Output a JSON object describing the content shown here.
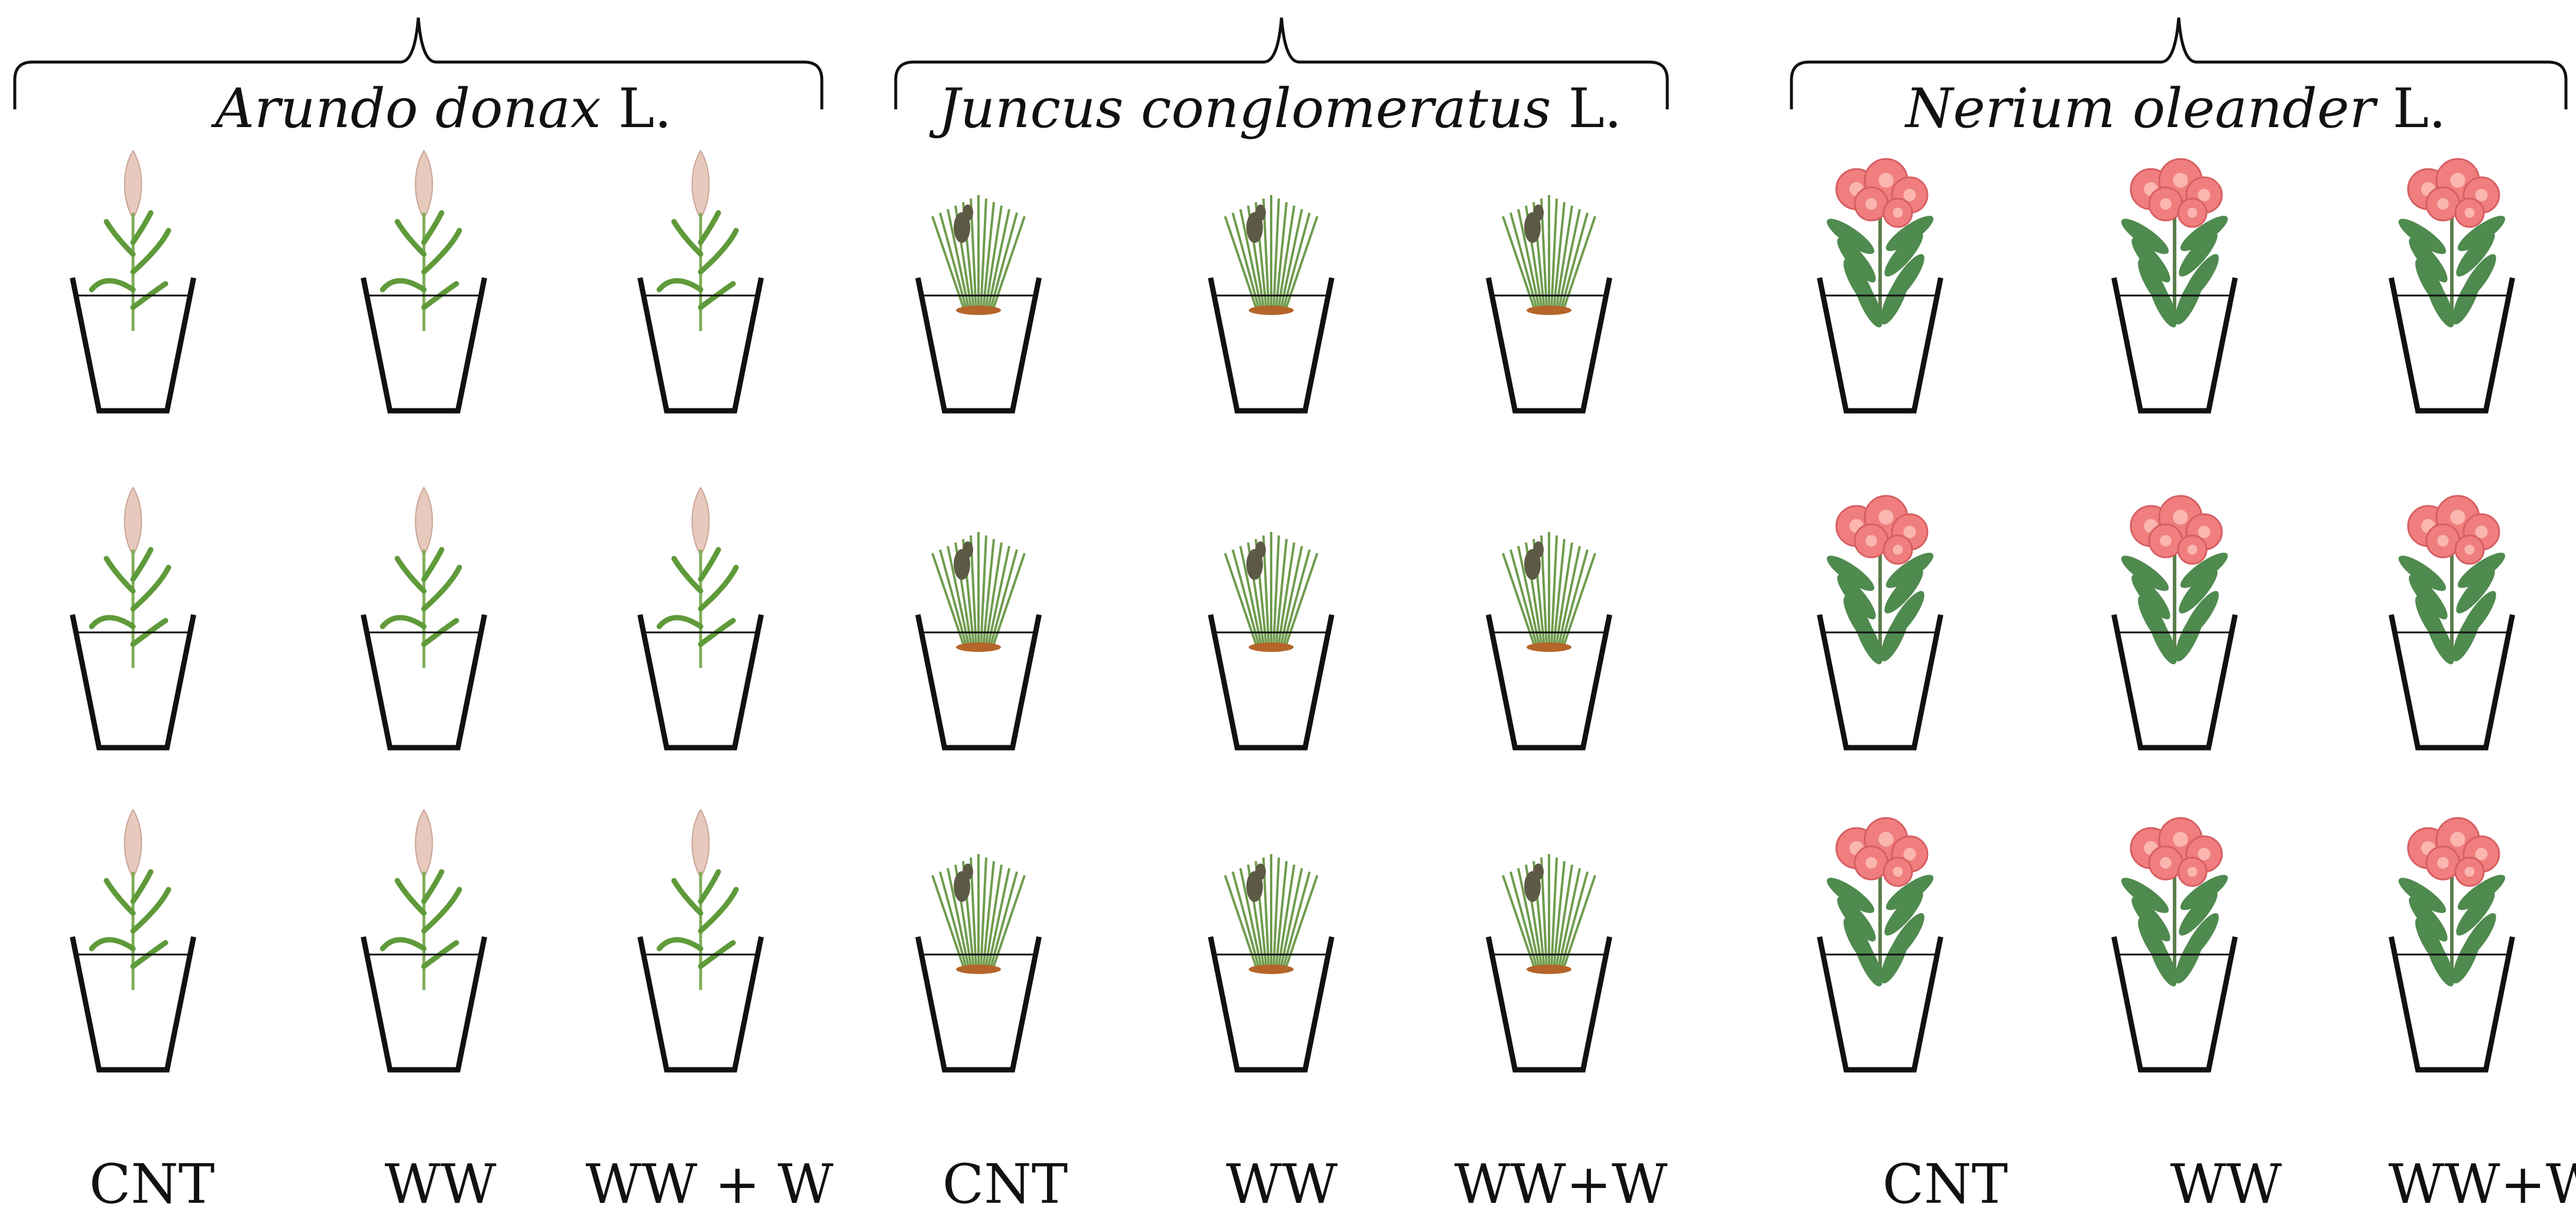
{
  "groups": [
    {
      "name_italic": "Arundo donax",
      "authority": " L.",
      "plant_icon": "reed-plant-icon",
      "treatments": [
        "CNT",
        "WW",
        "WW + W"
      ]
    },
    {
      "name_italic": "Juncus conglomeratus",
      "authority": " L.",
      "plant_icon": "rush-plant-icon",
      "treatments": [
        "CNT",
        "WW",
        "WW+W"
      ]
    },
    {
      "name_italic": "Nerium oleander",
      "authority": " L.",
      "plant_icon": "oleander-plant-icon",
      "treatments": [
        "CNT",
        "WW",
        "WW+W"
      ]
    }
  ],
  "colors": {
    "pot_outline": "#111111",
    "leaf_green": "#5f9a3a",
    "reed_plume": "#e7c9bd",
    "rush_green": "#6f9c4e",
    "rush_seed": "#5c5a45",
    "rush_base": "#b5652a",
    "oleander_flower": "#f07e7e",
    "oleander_leaf": "#4f8a4f"
  }
}
